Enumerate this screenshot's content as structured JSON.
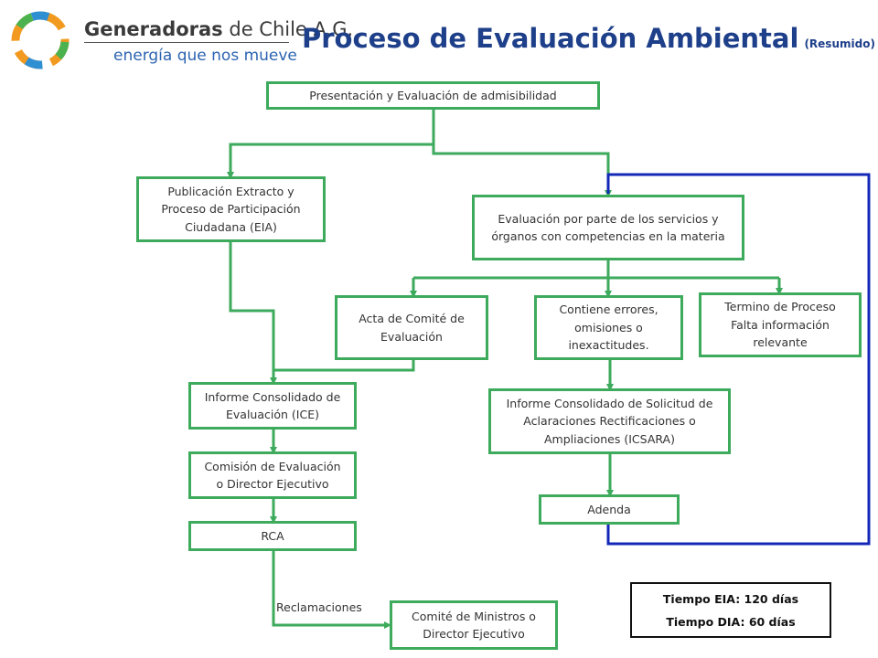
{
  "header": {
    "brand_name_bold": "Generadoras",
    "brand_name_rest": " de Chile A.G.",
    "brand_tagline": "energía que nos mueve",
    "title": "Proceso de Evaluación Ambiental",
    "subtitle": "(Resumido)"
  },
  "nodes": {
    "presentacion": "Presentación y Evaluación de admisibilidad",
    "publicacion": "Publicación Extracto y\nProceso de Participación\nCiudadana (EIA)",
    "evaluacion_servicios": "Evaluación por parte de los servicios y\nórganos con competencias en la materia",
    "acta_comite": "Acta de Comité de\nEvaluación",
    "contiene_errores": "Contiene errores,\nomisiones o\ninexactitudes.",
    "termino_proceso": "Termino de Proceso\nFalta información\nrelevante",
    "ice": "Informe Consolidado de\nEvaluación (ICE)",
    "icsara": "Informe Consolidado de Solicitud de\nAclaraciones Rectificaciones o\nAmpliaciones (ICSARA)",
    "comision": "Comisión de Evaluación\no Director Ejecutivo",
    "adenda": "Adenda",
    "rca": "RCA",
    "comite_ministros": "Comité de Ministros o\nDirector Ejecutivo"
  },
  "edge_labels": {
    "reclamaciones": "Reclamaciones"
  },
  "times": {
    "eia": "Tiempo EIA: 120 días",
    "dia": "Tiempo DIA: 60 días"
  },
  "colors": {
    "flow_line": "#3daa5c",
    "loop_line": "#1328b8",
    "title": "#1e3f8a"
  }
}
